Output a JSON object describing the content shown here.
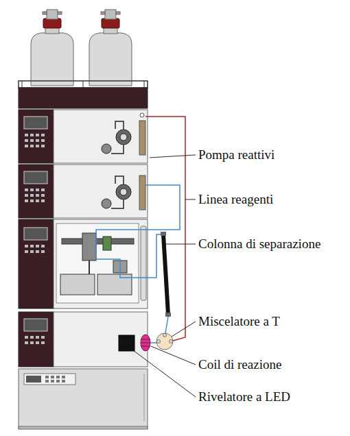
{
  "diagram": {
    "labels": [
      "Pompa reattivi",
      "Linea reagenti",
      "Colonna di separazione",
      "Miscelatore a T",
      "Coil di reazione",
      "Rivelatore a LED"
    ]
  }
}
